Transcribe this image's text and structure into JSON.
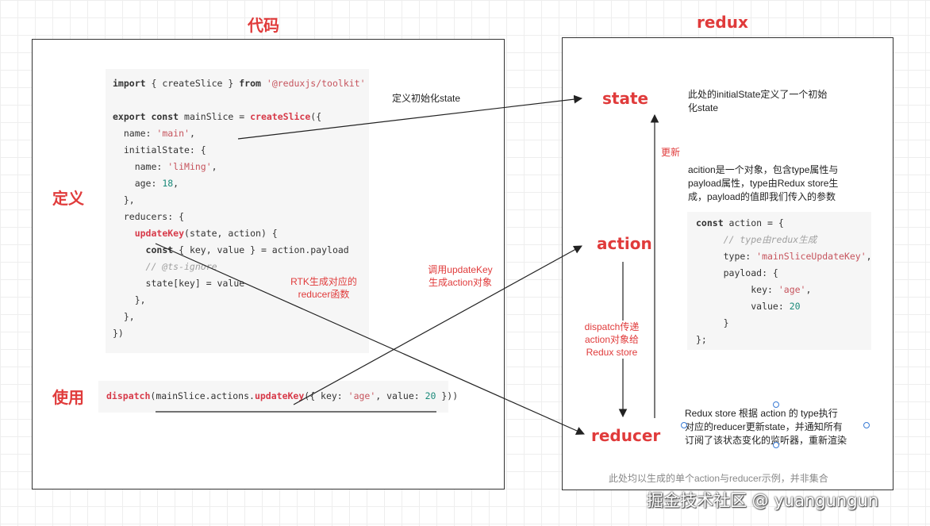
{
  "titles": {
    "code": "代码",
    "redux": "redux"
  },
  "side_labels": {
    "define": "定义",
    "use": "使用"
  },
  "code_block": {
    "l1": {
      "kw": "import",
      "rest": " { createSlice } ",
      "kw2": "from",
      "space": " ",
      "str": "'@reduxjs/toolkit'"
    },
    "l3": {
      "kw": "export const",
      "rest": " mainSlice = ",
      "fn": "createSlice",
      "tail": "({"
    },
    "l4": {
      "pre": "  name: ",
      "str": "'main'",
      "post": ","
    },
    "l5": "  initialState: {",
    "l6": {
      "pre": "    name: ",
      "str": "'liMing'",
      "post": ","
    },
    "l7": {
      "pre": "    age: ",
      "num": "18",
      "post": ","
    },
    "l8": "  },",
    "l9": "  reducers: {",
    "l10": {
      "pre": "    ",
      "fn": "updateKey",
      "post": "(state, action) {"
    },
    "l11": {
      "pre": "      ",
      "kw": "const",
      "post": " { key, value } = action.payload"
    },
    "l12": "      // @ts-ignore",
    "l13": "      state[key] = value",
    "l14": "    },",
    "l15": "  },",
    "l16": "})"
  },
  "dispatch_code": {
    "fn": "dispatch",
    "mid": "(mainSlice.actions.",
    "fn2": "updateKey",
    "open": "({ key: ",
    "str": "'age'",
    "mid2": ", value: ",
    "num": "20",
    "close": " }))"
  },
  "nodes": {
    "state": "state",
    "action": "action",
    "reducer": "reducer"
  },
  "notes": {
    "init_state": "定义初始化state",
    "state_desc_1": "此处的initialState定义了一个初始",
    "state_desc_2": "化state",
    "update": "更新",
    "action_desc_1": "acition是一个对象，包含type属性与",
    "action_desc_2": "payload属性，type由Redux store生",
    "action_desc_3": "成，payload的值即我们传入的参数",
    "rtk_1": "RTK生成对应的",
    "rtk_2": "reducer函数",
    "call_1": "调用updateKey",
    "call_2": "生成action对象",
    "dispatch_1": "dispatch传递",
    "dispatch_2": "action对象给",
    "dispatch_3": "Redux store",
    "reducer_desc_1": "Redux store 根据 action 的 type执行",
    "reducer_desc_2": "对应的reducer更新state，并通知所有",
    "reducer_desc_3": "订阅了该状态变化的监听器，重新渲染",
    "footnote": "此处均以生成的单个action与reducer示例，并非集合",
    "watermark": "掘金技术社区 @ yuangungun"
  },
  "action_code": {
    "l1": {
      "kw": "const",
      "post": " action = {"
    },
    "l2": "     // type由redux生成",
    "l3": {
      "pre": "     type: ",
      "str": "'mainSliceUpdateKey'",
      "post": ","
    },
    "l4": "     payload: {",
    "l5": {
      "pre": "          key: ",
      "str": "'age'",
      "post": ","
    },
    "l6": {
      "pre": "          value: ",
      "num": "20"
    },
    "l7": "     }",
    "l8": "};"
  },
  "colors": {
    "accent": "#e03b3b",
    "border": "#333333",
    "code_bg": "#f6f6f6",
    "handle": "#3a7bd5"
  }
}
